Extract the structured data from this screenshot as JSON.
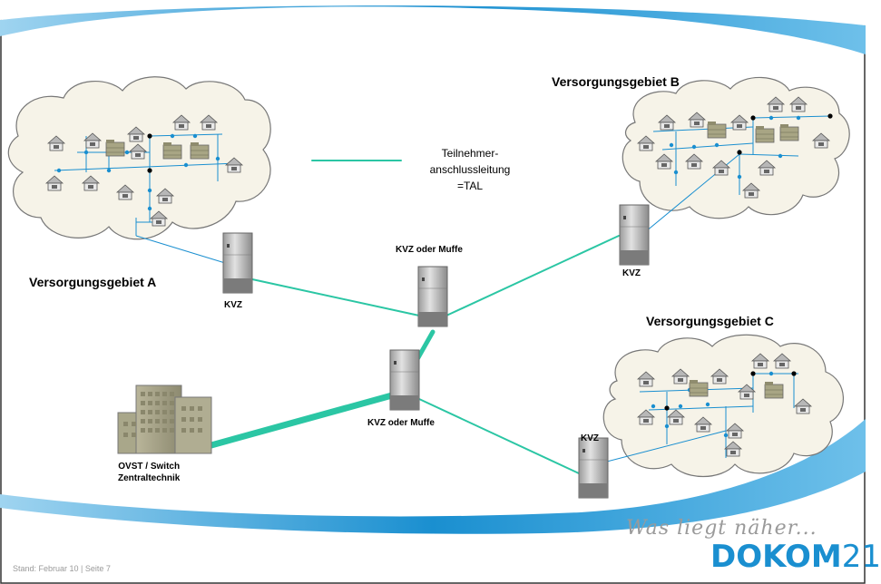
{
  "areas": {
    "a": "Versorgungsgebiet A",
    "b": "Versorgungsgebiet B",
    "c": "Versorgungsgebiet C"
  },
  "nodes": {
    "kvz_a": "KVZ",
    "kvz_b": "KVZ",
    "kvz_c": "KVZ",
    "kvz_muffe_top": "KVZ oder Muffe",
    "kvz_muffe_bottom": "KVZ oder Muffe",
    "ovst_line1": "OVST / Switch",
    "ovst_line2": "Zentraltechnik"
  },
  "legend": {
    "line1": "Teilnehmer-",
    "line2": "anschlussleitung",
    "line3": "=TAL"
  },
  "footer": {
    "stand": "Stand: Februar 10 | Seite 7"
  },
  "brand": {
    "slogan": "Was liegt näher...",
    "name": "DOKOM",
    "number": "21"
  },
  "colors": {
    "line": "#2bc6a4",
    "accent_blue": "#1a8fd0",
    "cloud_fill": "#f6f3e8",
    "house_roof": "#b7b7b7"
  },
  "icons": {
    "house": "house-icon",
    "building": "office-building-icon",
    "cabinet": "street-cabinet-icon"
  }
}
